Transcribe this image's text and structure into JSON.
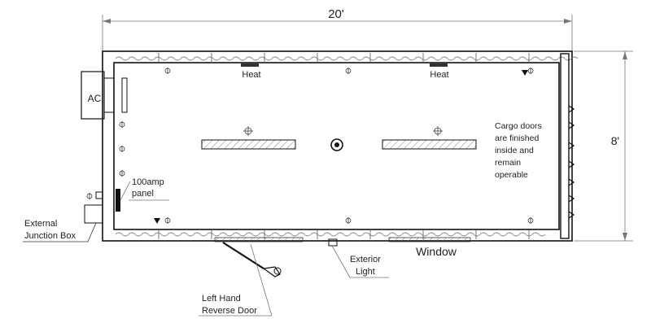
{
  "dimensions": {
    "length": "20'",
    "width": "8'"
  },
  "labels": {
    "heat_left": "Heat",
    "heat_right": "Heat",
    "ac": "AC",
    "panel_line1": "100amp",
    "panel_line2": "panel",
    "junction_line1": "External",
    "junction_line2": "Junction Box",
    "window": "Window",
    "exterior_light_line1": "Exterior",
    "exterior_light_line2": "Light",
    "door_line1": "Left Hand",
    "door_line2": "Reverse Door",
    "cargo_line1": "Cargo doors",
    "cargo_line2": "are finished",
    "cargo_line3": "inside and",
    "cargo_line4": "remain",
    "cargo_line5": "operable"
  }
}
